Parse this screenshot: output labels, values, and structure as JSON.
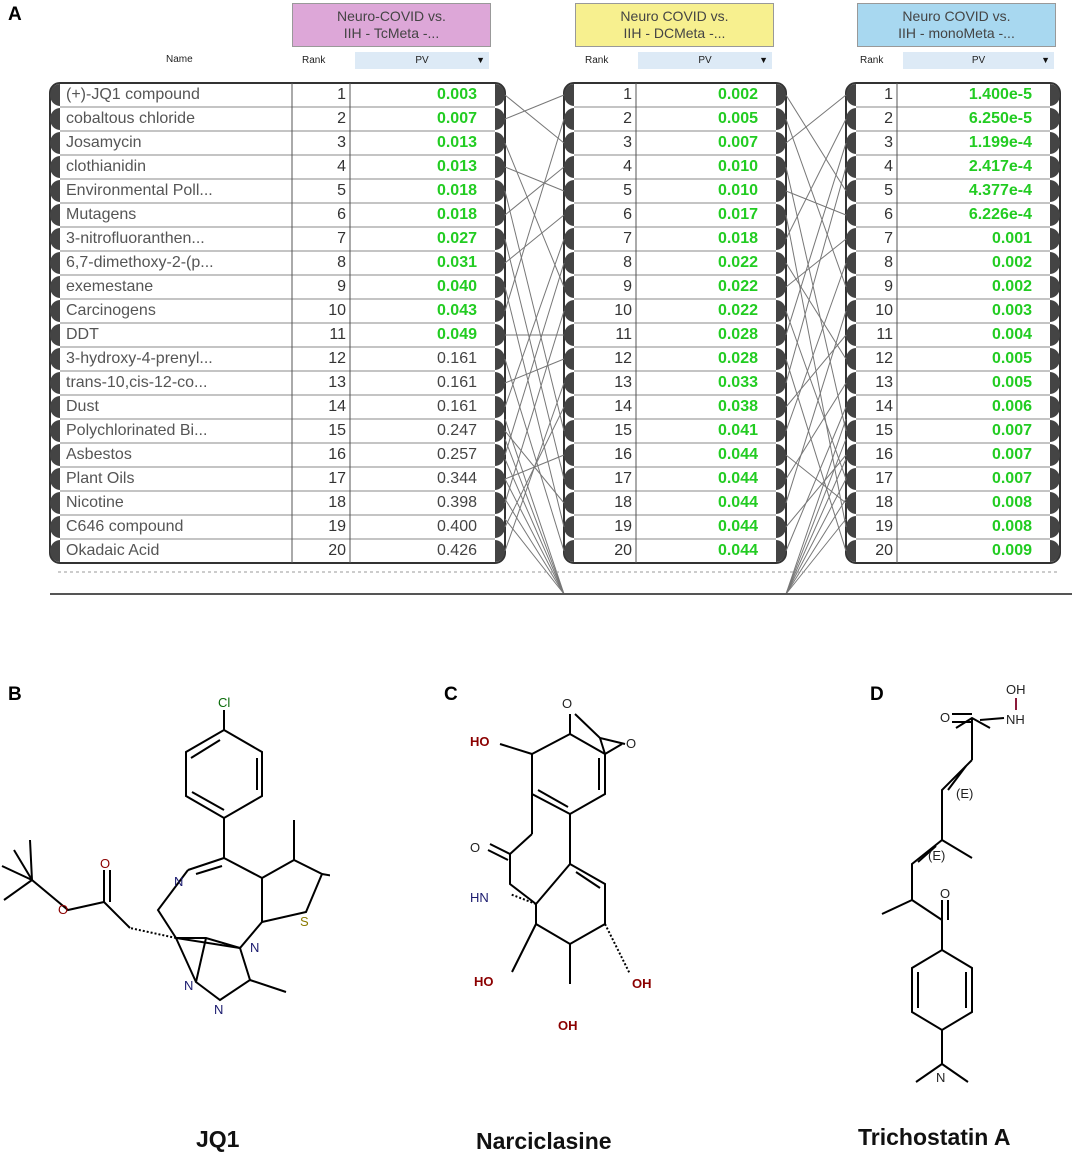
{
  "panels": {
    "a": "A",
    "b": "B",
    "c": "C",
    "d": "D"
  },
  "headers": {
    "name": "Name",
    "rank": "Rank",
    "pv": "PV",
    "tables": [
      {
        "line1": "Neuro-COVID vs.",
        "line2": "IIH - TcMeta -...",
        "color": "#dda7d8"
      },
      {
        "line1": "Neuro COVID vs.",
        "line2": "IIH - DCMeta -...",
        "color": "#f7f08f"
      },
      {
        "line1": "Neuro COVID vs.",
        "line2": "IIH - monoMeta -...",
        "color": "#a8d8f0"
      }
    ]
  },
  "table1": [
    {
      "name": "(+)-JQ1 compound",
      "rank": "1",
      "pv": "0.003",
      "sig": true
    },
    {
      "name": "cobaltous chloride",
      "rank": "2",
      "pv": "0.007",
      "sig": true
    },
    {
      "name": "Josamycin",
      "rank": "3",
      "pv": "0.013",
      "sig": true
    },
    {
      "name": "clothianidin",
      "rank": "4",
      "pv": "0.013",
      "sig": true
    },
    {
      "name": "Environmental Poll...",
      "rank": "5",
      "pv": "0.018",
      "sig": true
    },
    {
      "name": "Mutagens",
      "rank": "6",
      "pv": "0.018",
      "sig": true
    },
    {
      "name": "3-nitrofluoranthen...",
      "rank": "7",
      "pv": "0.027",
      "sig": true
    },
    {
      "name": "6,7-dimethoxy-2-(p...",
      "rank": "8",
      "pv": "0.031",
      "sig": true
    },
    {
      "name": "exemestane",
      "rank": "9",
      "pv": "0.040",
      "sig": true
    },
    {
      "name": "Carcinogens",
      "rank": "10",
      "pv": "0.043",
      "sig": true
    },
    {
      "name": "DDT",
      "rank": "11",
      "pv": "0.049",
      "sig": true
    },
    {
      "name": "3-hydroxy-4-prenyl...",
      "rank": "12",
      "pv": "0.161",
      "sig": false
    },
    {
      "name": "trans-10,cis-12-co...",
      "rank": "13",
      "pv": "0.161",
      "sig": false
    },
    {
      "name": "Dust",
      "rank": "14",
      "pv": "0.161",
      "sig": false
    },
    {
      "name": "Polychlorinated Bi...",
      "rank": "15",
      "pv": "0.247",
      "sig": false
    },
    {
      "name": "Asbestos",
      "rank": "16",
      "pv": "0.257",
      "sig": false
    },
    {
      "name": "Plant Oils",
      "rank": "17",
      "pv": "0.344",
      "sig": false
    },
    {
      "name": "Nicotine",
      "rank": "18",
      "pv": "0.398",
      "sig": false
    },
    {
      "name": "C646 compound",
      "rank": "19",
      "pv": "0.400",
      "sig": false
    },
    {
      "name": "Okadaic Acid",
      "rank": "20",
      "pv": "0.426",
      "sig": false
    }
  ],
  "table2": [
    {
      "rank": "1",
      "pv": "0.002"
    },
    {
      "rank": "2",
      "pv": "0.005"
    },
    {
      "rank": "3",
      "pv": "0.007"
    },
    {
      "rank": "4",
      "pv": "0.010"
    },
    {
      "rank": "5",
      "pv": "0.010"
    },
    {
      "rank": "6",
      "pv": "0.017"
    },
    {
      "rank": "7",
      "pv": "0.018"
    },
    {
      "rank": "8",
      "pv": "0.022"
    },
    {
      "rank": "9",
      "pv": "0.022"
    },
    {
      "rank": "10",
      "pv": "0.022"
    },
    {
      "rank": "11",
      "pv": "0.028"
    },
    {
      "rank": "12",
      "pv": "0.028"
    },
    {
      "rank": "13",
      "pv": "0.033"
    },
    {
      "rank": "14",
      "pv": "0.038"
    },
    {
      "rank": "15",
      "pv": "0.041"
    },
    {
      "rank": "16",
      "pv": "0.044"
    },
    {
      "rank": "17",
      "pv": "0.044"
    },
    {
      "rank": "18",
      "pv": "0.044"
    },
    {
      "rank": "19",
      "pv": "0.044"
    },
    {
      "rank": "20",
      "pv": "0.044"
    }
  ],
  "table3": [
    {
      "rank": "1",
      "pv": "1.400e-5"
    },
    {
      "rank": "2",
      "pv": "6.250e-5"
    },
    {
      "rank": "3",
      "pv": "1.199e-4"
    },
    {
      "rank": "4",
      "pv": "2.417e-4"
    },
    {
      "rank": "5",
      "pv": "4.377e-4"
    },
    {
      "rank": "6",
      "pv": "6.226e-4"
    },
    {
      "rank": "7",
      "pv": "0.001"
    },
    {
      "rank": "8",
      "pv": "0.002"
    },
    {
      "rank": "9",
      "pv": "0.002"
    },
    {
      "rank": "10",
      "pv": "0.003"
    },
    {
      "rank": "11",
      "pv": "0.004"
    },
    {
      "rank": "12",
      "pv": "0.005"
    },
    {
      "rank": "13",
      "pv": "0.005"
    },
    {
      "rank": "14",
      "pv": "0.006"
    },
    {
      "rank": "15",
      "pv": "0.007"
    },
    {
      "rank": "16",
      "pv": "0.007"
    },
    {
      "rank": "17",
      "pv": "0.007"
    },
    {
      "rank": "18",
      "pv": "0.008"
    },
    {
      "rank": "19",
      "pv": "0.008"
    },
    {
      "rank": "20",
      "pv": "0.009"
    }
  ],
  "links_1_to_2": [
    [
      1,
      3
    ],
    [
      2,
      1
    ],
    [
      3,
      9
    ],
    [
      4,
      5
    ],
    [
      5,
      15
    ],
    [
      6,
      4
    ],
    [
      7,
      17
    ],
    [
      8,
      6
    ],
    [
      9,
      19
    ],
    [
      10,
      2
    ],
    [
      11,
      11
    ],
    [
      12,
      20
    ],
    [
      13,
      12
    ],
    [
      14,
      7
    ],
    [
      15,
      18
    ],
    [
      16,
      8
    ],
    [
      17,
      16
    ],
    [
      18,
      10
    ],
    [
      19,
      14
    ],
    [
      20,
      13
    ]
  ],
  "links_2_to_3": [
    [
      1,
      5
    ],
    [
      2,
      9
    ],
    [
      3,
      1
    ],
    [
      4,
      15
    ],
    [
      5,
      6
    ],
    [
      6,
      19
    ],
    [
      7,
      2
    ],
    [
      8,
      12
    ],
    [
      9,
      7
    ],
    [
      10,
      17
    ],
    [
      11,
      3
    ],
    [
      12,
      20
    ],
    [
      13,
      4
    ],
    [
      14,
      11
    ],
    [
      15,
      8
    ],
    [
      16,
      18
    ],
    [
      17,
      13
    ],
    [
      18,
      10
    ],
    [
      19,
      16
    ],
    [
      20,
      14
    ]
  ],
  "molecules": {
    "jq1": {
      "caption": "JQ1",
      "cl": "Cl",
      "n1": "N",
      "n2": "N",
      "n3": "N",
      "n4": "N",
      "o1": "O",
      "o2": "O",
      "s": "S"
    },
    "narciclasine": {
      "caption": "Narciclasine",
      "o1": "O",
      "o2": "O",
      "o3": "O",
      "ho1": "HO",
      "hn": "HN",
      "ho2": "HO",
      "oh1": "OH",
      "oh2": "OH"
    },
    "trichostatin": {
      "caption": "Trichostatin A",
      "oh": "OH",
      "nh": "NH",
      "o1": "O",
      "o2": "O",
      "e1": "(E)",
      "e2": "(E)",
      "n": "N"
    }
  }
}
